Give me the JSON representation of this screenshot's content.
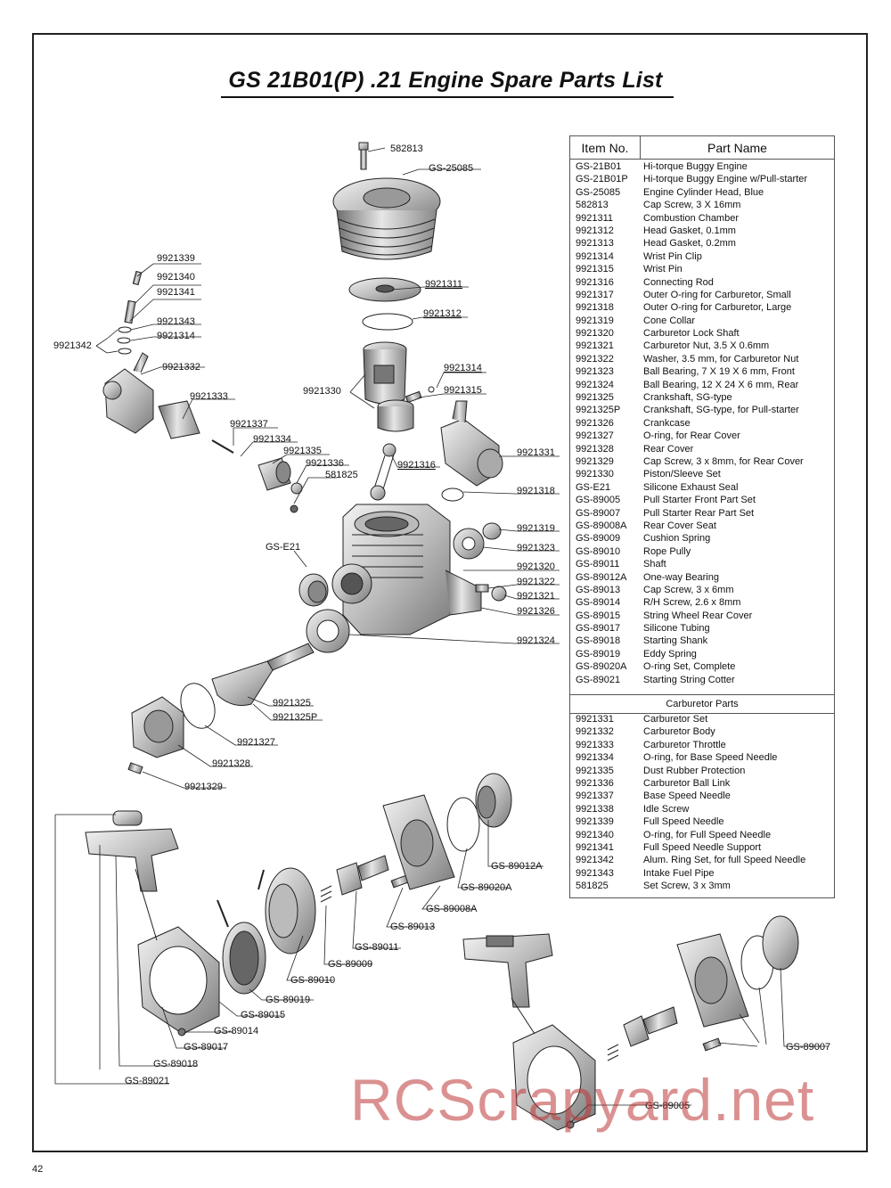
{
  "title": "GS 21B01(P) .21 Engine Spare Parts List",
  "page_number": "42",
  "watermark": "RCScrapyard.net",
  "table": {
    "col_item": "Item No.",
    "col_name": "Part Name",
    "rows": [
      {
        "no": "GS-21B01",
        "name": "Hi-torque Buggy Engine"
      },
      {
        "no": "GS-21B01P",
        "name": "Hi-torque Buggy Engine w/Pull-starter"
      },
      {
        "no": "GS-25085",
        "name": "Engine Cylinder Head, Blue"
      },
      {
        "no": "582813",
        "name": "Cap Screw, 3 X 16mm"
      },
      {
        "no": "9921311",
        "name": "Combustion Chamber"
      },
      {
        "no": "9921312",
        "name": "Head Gasket, 0.1mm"
      },
      {
        "no": "9921313",
        "name": "Head Gasket, 0.2mm"
      },
      {
        "no": "9921314",
        "name": "Wrist Pin Clip"
      },
      {
        "no": "9921315",
        "name": "Wrist Pin"
      },
      {
        "no": "9921316",
        "name": "Connecting Rod"
      },
      {
        "no": "9921317",
        "name": "Outer O-ring for Carburetor, Small"
      },
      {
        "no": "9921318",
        "name": "Outer O-ring for Carburetor, Large"
      },
      {
        "no": "9921319",
        "name": "Cone Collar"
      },
      {
        "no": "9921320",
        "name": "Carburetor Lock Shaft"
      },
      {
        "no": "9921321",
        "name": "Carburetor Nut, 3.5 X 0.6mm"
      },
      {
        "no": "9921322",
        "name": "Washer, 3.5 mm, for Carburetor Nut"
      },
      {
        "no": "9921323",
        "name": "Ball Bearing, 7 X 19 X 6 mm, Front"
      },
      {
        "no": "9921324",
        "name": "Ball Bearing, 12 X 24 X 6 mm, Rear"
      },
      {
        "no": "9921325",
        "name": "Crankshaft, SG-type"
      },
      {
        "no": "9921325P",
        "name": "Crankshaft, SG-type, for Pull-starter"
      },
      {
        "no": "9921326",
        "name": "Crankcase"
      },
      {
        "no": "9921327",
        "name": "O-ring, for Rear Cover"
      },
      {
        "no": "9921328",
        "name": "Rear Cover"
      },
      {
        "no": "9921329",
        "name": "Cap Screw, 3 x 8mm, for Rear Cover"
      },
      {
        "no": "9921330",
        "name": "Piston/Sleeve Set"
      },
      {
        "no": "GS-E21",
        "name": "Silicone Exhaust Seal"
      },
      {
        "no": "GS-89005",
        "name": "Pull Starter Front Part Set"
      },
      {
        "no": "GS-89007",
        "name": "Pull Starter Rear Part Set"
      },
      {
        "no": "GS-89008A",
        "name": "Rear Cover Seat"
      },
      {
        "no": "GS-89009",
        "name": "Cushion Spring"
      },
      {
        "no": "GS-89010",
        "name": "Rope Pully"
      },
      {
        "no": "GS-89011",
        "name": "Shaft"
      },
      {
        "no": "GS-89012A",
        "name": "One-way Bearing"
      },
      {
        "no": "GS-89013",
        "name": "Cap Screw, 3 x 6mm"
      },
      {
        "no": "GS-89014",
        "name": "R/H Screw, 2.6 x 8mm"
      },
      {
        "no": "GS-89015",
        "name": "String Wheel Rear Cover"
      },
      {
        "no": "GS-89017",
        "name": "Silicone Tubing"
      },
      {
        "no": "GS-89018",
        "name": "Starting Shank"
      },
      {
        "no": "GS-89019",
        "name": "Eddy Spring"
      },
      {
        "no": "GS-89020A",
        "name": "O-ring Set, Complete"
      },
      {
        "no": "GS-89021",
        "name": "Starting String Cotter"
      }
    ],
    "section_title": "Carburetor Parts",
    "carb_rows": [
      {
        "no": "9921331",
        "name": "Carburetor Set"
      },
      {
        "no": "9921332",
        "name": "Carburetor Body"
      },
      {
        "no": "9921333",
        "name": "Carburetor Throttle"
      },
      {
        "no": "9921334",
        "name": "O-ring, for Base Speed Needle"
      },
      {
        "no": "9921335",
        "name": "Dust Rubber Protection"
      },
      {
        "no": "9921336",
        "name": "Carburetor Ball Link"
      },
      {
        "no": "9921337",
        "name": "Base Speed Needle"
      },
      {
        "no": "9921338",
        "name": "Idle Screw"
      },
      {
        "no": "9921339",
        "name": "Full Speed Needle"
      },
      {
        "no": "9921340",
        "name": "O-ring, for Full Speed Needle"
      },
      {
        "no": "9921341",
        "name": "Full Speed Needle Support"
      },
      {
        "no": "9921342",
        "name": "Alum. Ring Set, for full Speed Needle"
      },
      {
        "no": "9921343",
        "name": "Intake Fuel Pipe"
      },
      {
        "no": "581825",
        "name": "Set Screw, 3 x 3mm"
      }
    ]
  },
  "callouts": {
    "c582813": "582813",
    "gs25085": "GS-25085",
    "c9921339": "9921339",
    "c9921340": "9921340",
    "c9921341": "9921341",
    "c9921343": "9921343",
    "c9921314a": "9921314",
    "c9921342": "9921342",
    "c9921332": "9921332",
    "c9921333": "9921333",
    "c9921337": "9921337",
    "c9921334": "9921334",
    "c9921335": "9921335",
    "c9921336": "9921336",
    "c581825": "581825",
    "c9921311": "9921311",
    "c9921312": "9921312",
    "c9921330": "9921330",
    "c9921314b": "9921314",
    "c9921315": "9921315",
    "c9921316": "9921316",
    "c9921331": "9921331",
    "c9921318": "9921318",
    "gse21": "GS-E21",
    "c9921319": "9921319",
    "c9921323": "9921323",
    "c9921320": "9921320",
    "c9921322": "9921322",
    "c9921321": "9921321",
    "c9921326": "9921326",
    "c9921324": "9921324",
    "c9921325": "9921325",
    "c9921325p": "9921325P",
    "c9921327": "9921327",
    "c9921328": "9921328",
    "c9921329": "9921329",
    "gs89012a": "GS-89012A",
    "gs89020a": "GS-89020A",
    "gs89008a": "GS-89008A",
    "gs89013": "GS-89013",
    "gs89011": "GS-89011",
    "gs89009": "GS-89009",
    "gs89010": "GS-89010",
    "gs89019": "GS-89019",
    "gs89015": "GS-89015",
    "gs89014": "GS-89014",
    "gs89017": "GS-89017",
    "gs89018": "GS-89018",
    "gs89021": "GS-89021",
    "gs89007": "GS-89007",
    "gs89005": "GS-89005"
  }
}
